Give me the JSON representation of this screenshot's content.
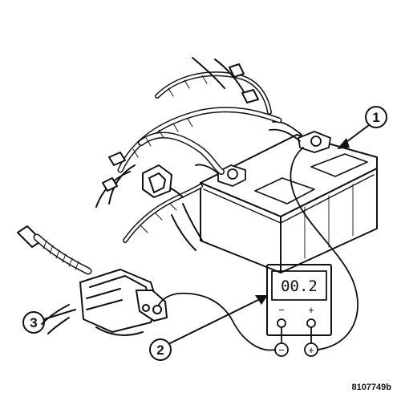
{
  "callouts": [
    {
      "number": "1",
      "refers_to": "battery negative cable terminal"
    },
    {
      "number": "2",
      "refers_to": "voltmeter"
    },
    {
      "number": "3",
      "refers_to": "alternator / generator output connector"
    }
  ],
  "meter": {
    "display": "00.2",
    "minus_label": "−",
    "plus_label": "+",
    "neg_symbol": "−",
    "pos_symbol": "+"
  },
  "figure_id": "8107749b",
  "colors": {
    "ink": "#111111",
    "background": "#ffffff"
  }
}
